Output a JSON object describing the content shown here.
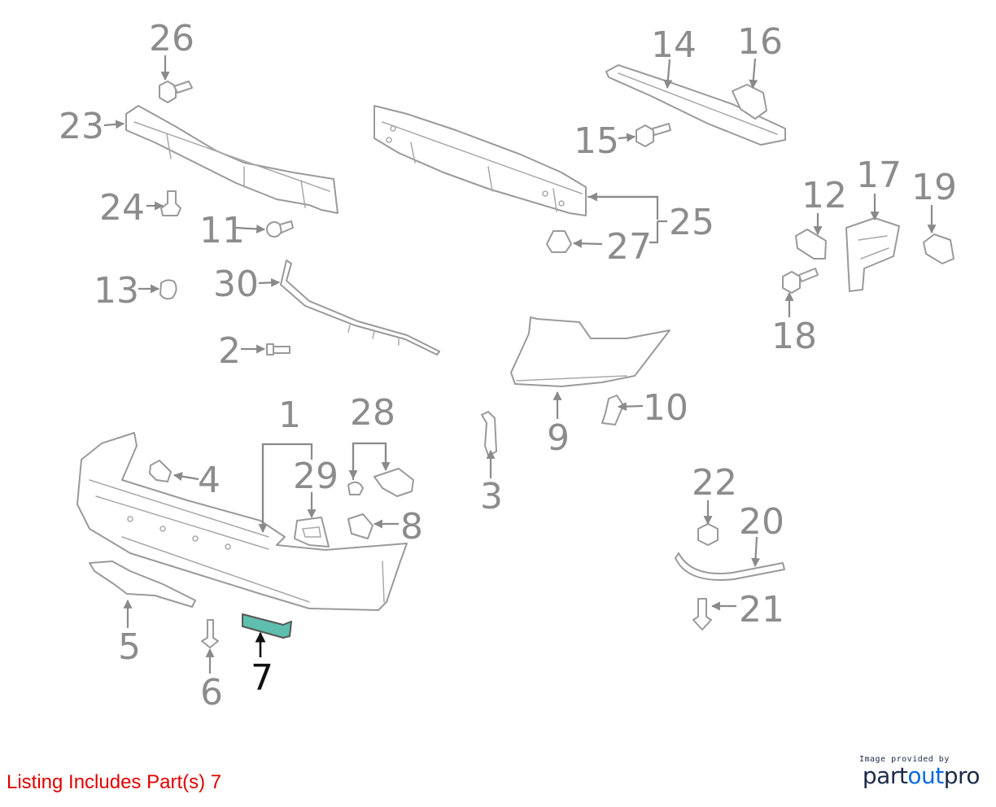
{
  "diagram": {
    "callouts": [
      {
        "id": "c1",
        "label": "1"
      },
      {
        "id": "c2",
        "label": "2"
      },
      {
        "id": "c3",
        "label": "3"
      },
      {
        "id": "c4",
        "label": "4"
      },
      {
        "id": "c5",
        "label": "5"
      },
      {
        "id": "c6",
        "label": "6"
      },
      {
        "id": "c7",
        "label": "7",
        "highlighted": true
      },
      {
        "id": "c8",
        "label": "8"
      },
      {
        "id": "c9",
        "label": "9"
      },
      {
        "id": "c10",
        "label": "10"
      },
      {
        "id": "c11",
        "label": "11"
      },
      {
        "id": "c12",
        "label": "12"
      },
      {
        "id": "c13",
        "label": "13"
      },
      {
        "id": "c14",
        "label": "14"
      },
      {
        "id": "c15",
        "label": "15"
      },
      {
        "id": "c16",
        "label": "16"
      },
      {
        "id": "c17",
        "label": "17"
      },
      {
        "id": "c18",
        "label": "18"
      },
      {
        "id": "c19",
        "label": "19"
      },
      {
        "id": "c20",
        "label": "20"
      },
      {
        "id": "c21",
        "label": "21"
      },
      {
        "id": "c22",
        "label": "22"
      },
      {
        "id": "c23",
        "label": "23"
      },
      {
        "id": "c24",
        "label": "24"
      },
      {
        "id": "c25",
        "label": "25"
      },
      {
        "id": "c26",
        "label": "26"
      },
      {
        "id": "c27",
        "label": "27"
      },
      {
        "id": "c28",
        "label": "28"
      },
      {
        "id": "c29",
        "label": "29"
      },
      {
        "id": "c30",
        "label": "30"
      }
    ],
    "highlight_color": "#5fbfae"
  },
  "listing": {
    "text": "Listing Includes Part(s) 7",
    "color": "#e00000"
  },
  "brand": {
    "caption": "Image provided by",
    "name_part1": "part",
    "name_part2": "out",
    "name_part3": "pro"
  }
}
